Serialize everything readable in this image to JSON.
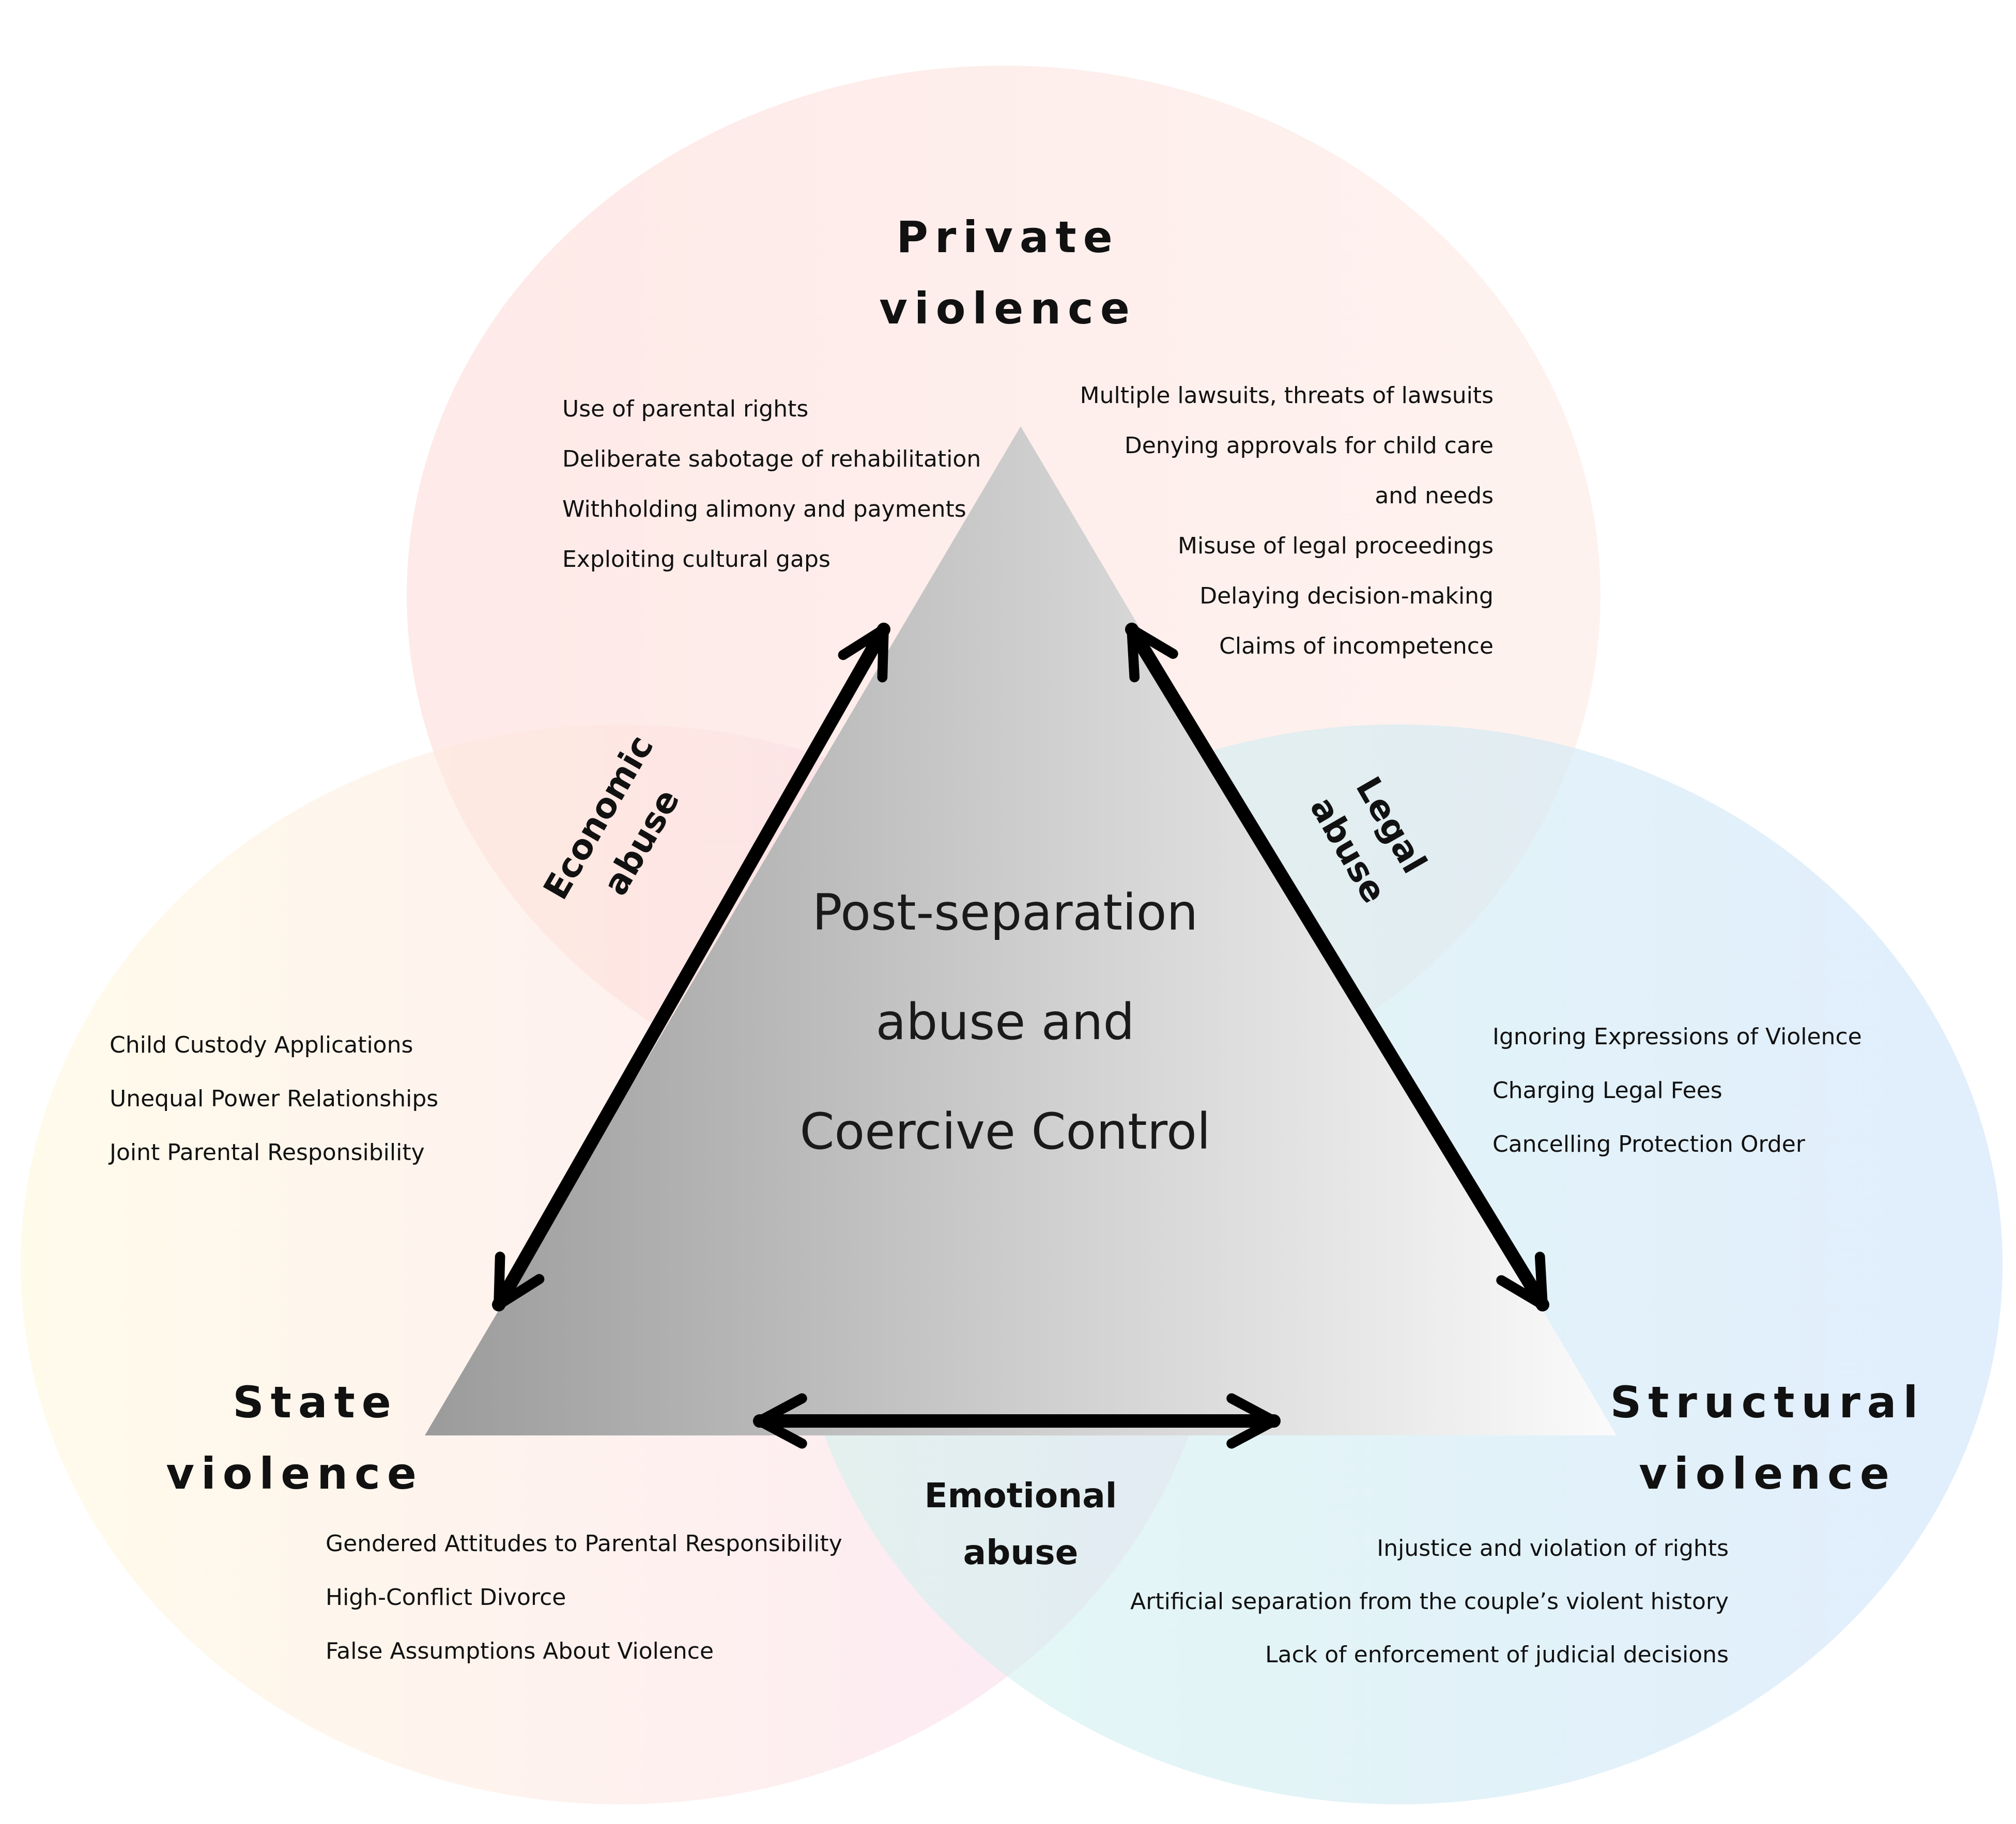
{
  "diagram": {
    "center": {
      "lines": [
        "Post-separation",
        "abuse and",
        "Coercive Control"
      ]
    },
    "private": {
      "heading": [
        "Private",
        "violence"
      ],
      "left_items": [
        "Use of parental rights",
        "Deliberate sabotage of rehabilitation",
        "Withholding alimony and payments",
        "Exploiting cultural gaps"
      ],
      "right_items": [
        "Multiple lawsuits, threats of lawsuits",
        "Denying approvals for child care and needs",
        "Misuse of legal proceedings",
        "Delaying decision-making",
        "Claims of incompetence"
      ]
    },
    "state": {
      "heading": [
        "State",
        "violence"
      ],
      "upper_items": [
        "Child Custody Applications",
        "Unequal Power Relationships",
        "Joint Parental Responsibility"
      ],
      "lower_items": [
        "Gendered Attitudes to Parental Responsibility",
        "High-Conflict Divorce",
        "False Assumptions About Violence"
      ]
    },
    "structural": {
      "heading": [
        "Structural",
        "violence"
      ],
      "upper_items": [
        "Ignoring Expressions of Violence",
        "Charging Legal Fees",
        "Cancelling Protection Order"
      ],
      "lower_items": [
        "Injustice and violation of rights",
        "Artificial separation from the couple’s violent history",
        "Lack of enforcement of judicial decisions"
      ]
    },
    "arrows": {
      "economic": [
        "Economic",
        "abuse"
      ],
      "legal": [
        "Legal",
        "abuse"
      ],
      "emotional": [
        "Emotional",
        "abuse"
      ]
    },
    "colors": {
      "private_circle": "#fcd8d2",
      "state_circle_left": "#fff6d8",
      "state_circle_right": "#f9d3ec",
      "structural_circle_left": "#d6f3ef",
      "structural_circle_right": "#cfe3fb",
      "triangle_dark": "#9c9c9c",
      "triangle_light": "#fafafa",
      "arrow": "#000000"
    }
  }
}
